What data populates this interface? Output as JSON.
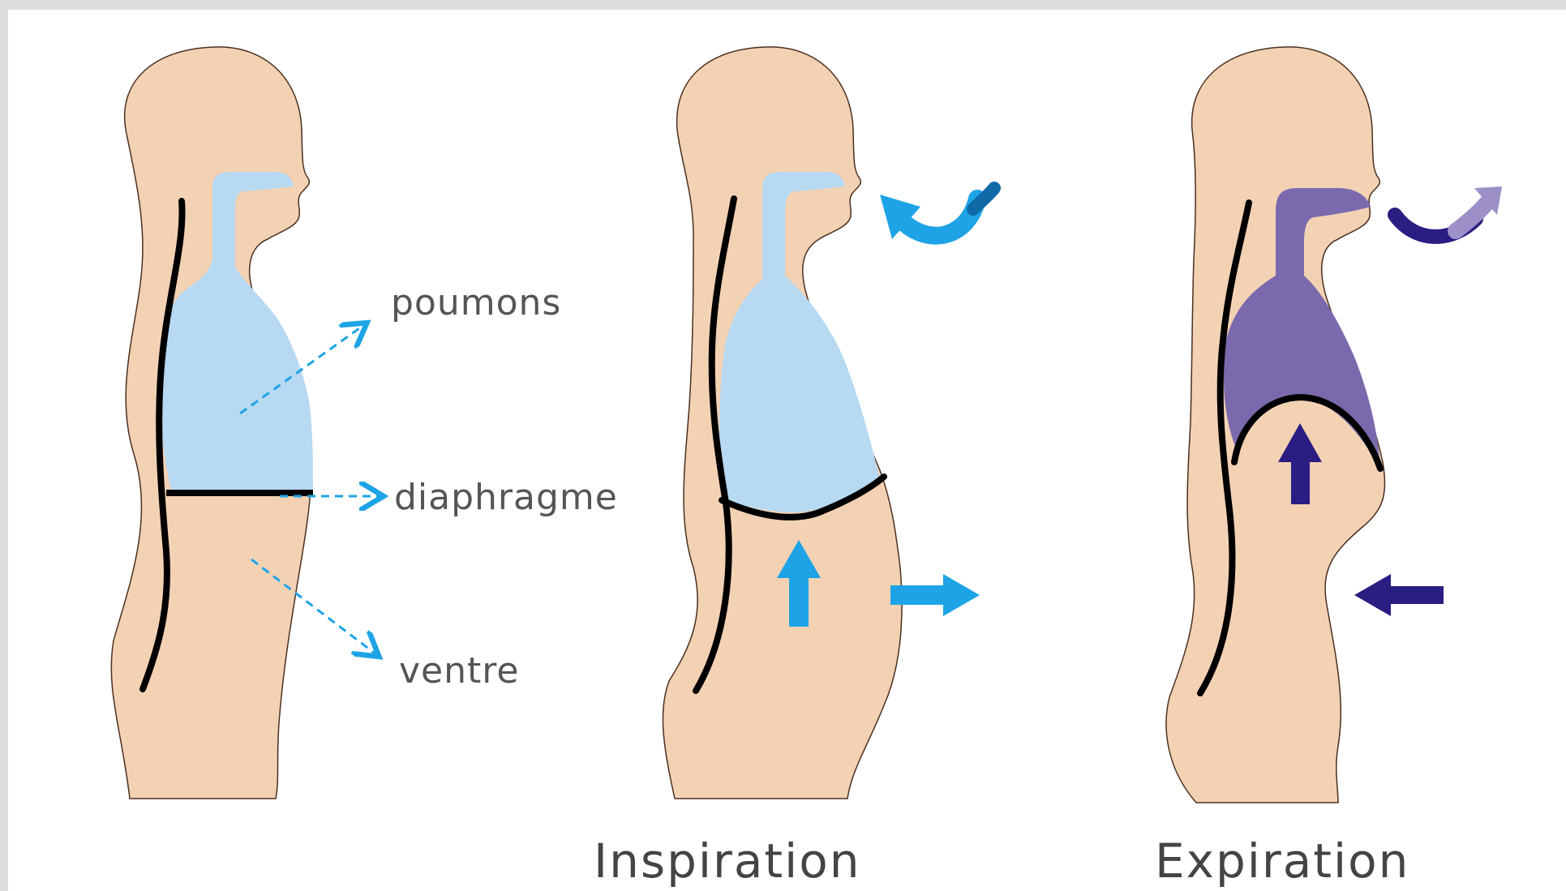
{
  "labels": {
    "lungs": "poumons",
    "diaphragm": "diaphragme",
    "belly": "ventre"
  },
  "captions": {
    "inspiration": "Inspiration",
    "expiration": "Expiration"
  },
  "colors": {
    "skin": "#f3d2b4",
    "air_in": "#b7d9f2",
    "air_in_arrow": "#1ea4e6",
    "air_out": "#7b69ad",
    "air_out_arrow": "#2a1e82",
    "outline": "#000000",
    "frame": "#dcdcdc"
  }
}
